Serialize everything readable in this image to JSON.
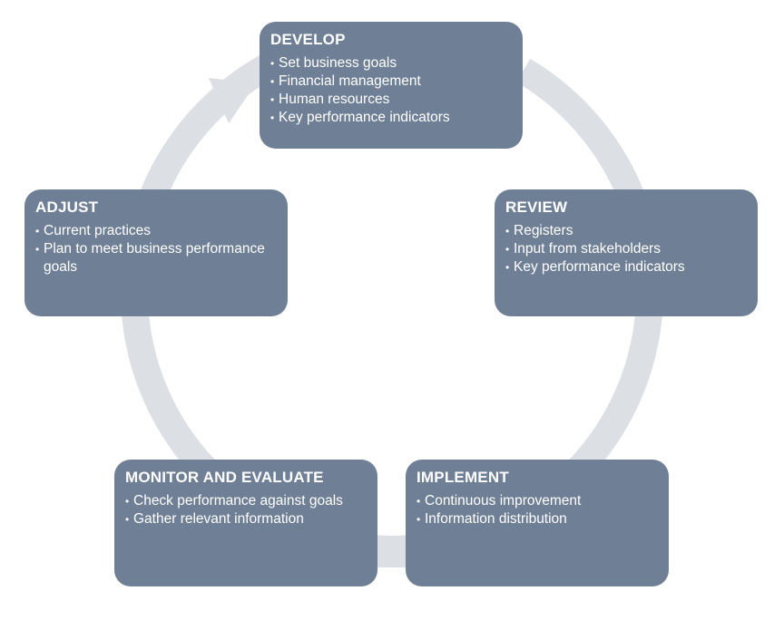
{
  "colors": {
    "box_fill": "#6f7f95",
    "ring_fill": "#dcdfe4",
    "text": "#ffffff"
  },
  "stages": [
    {
      "id": "develop",
      "title": "DEVELOP",
      "items": [
        "Set business goals",
        "Financial management",
        "Human resources",
        "Key performance indicators"
      ]
    },
    {
      "id": "review",
      "title": "REVIEW",
      "items": [
        "Registers",
        "Input from stakeholders",
        "Key performance indicators"
      ]
    },
    {
      "id": "implement",
      "title": "IMPLEMENT",
      "items": [
        "Continuous improvement",
        "Information distribution"
      ]
    },
    {
      "id": "monitor",
      "title": "MONITOR AND EVALUATE",
      "items": [
        "Check performance against goals",
        "Gather relevant information"
      ]
    },
    {
      "id": "adjust",
      "title": "ADJUST",
      "items": [
        "Current practices",
        "Plan to meet business performance goals"
      ]
    }
  ]
}
